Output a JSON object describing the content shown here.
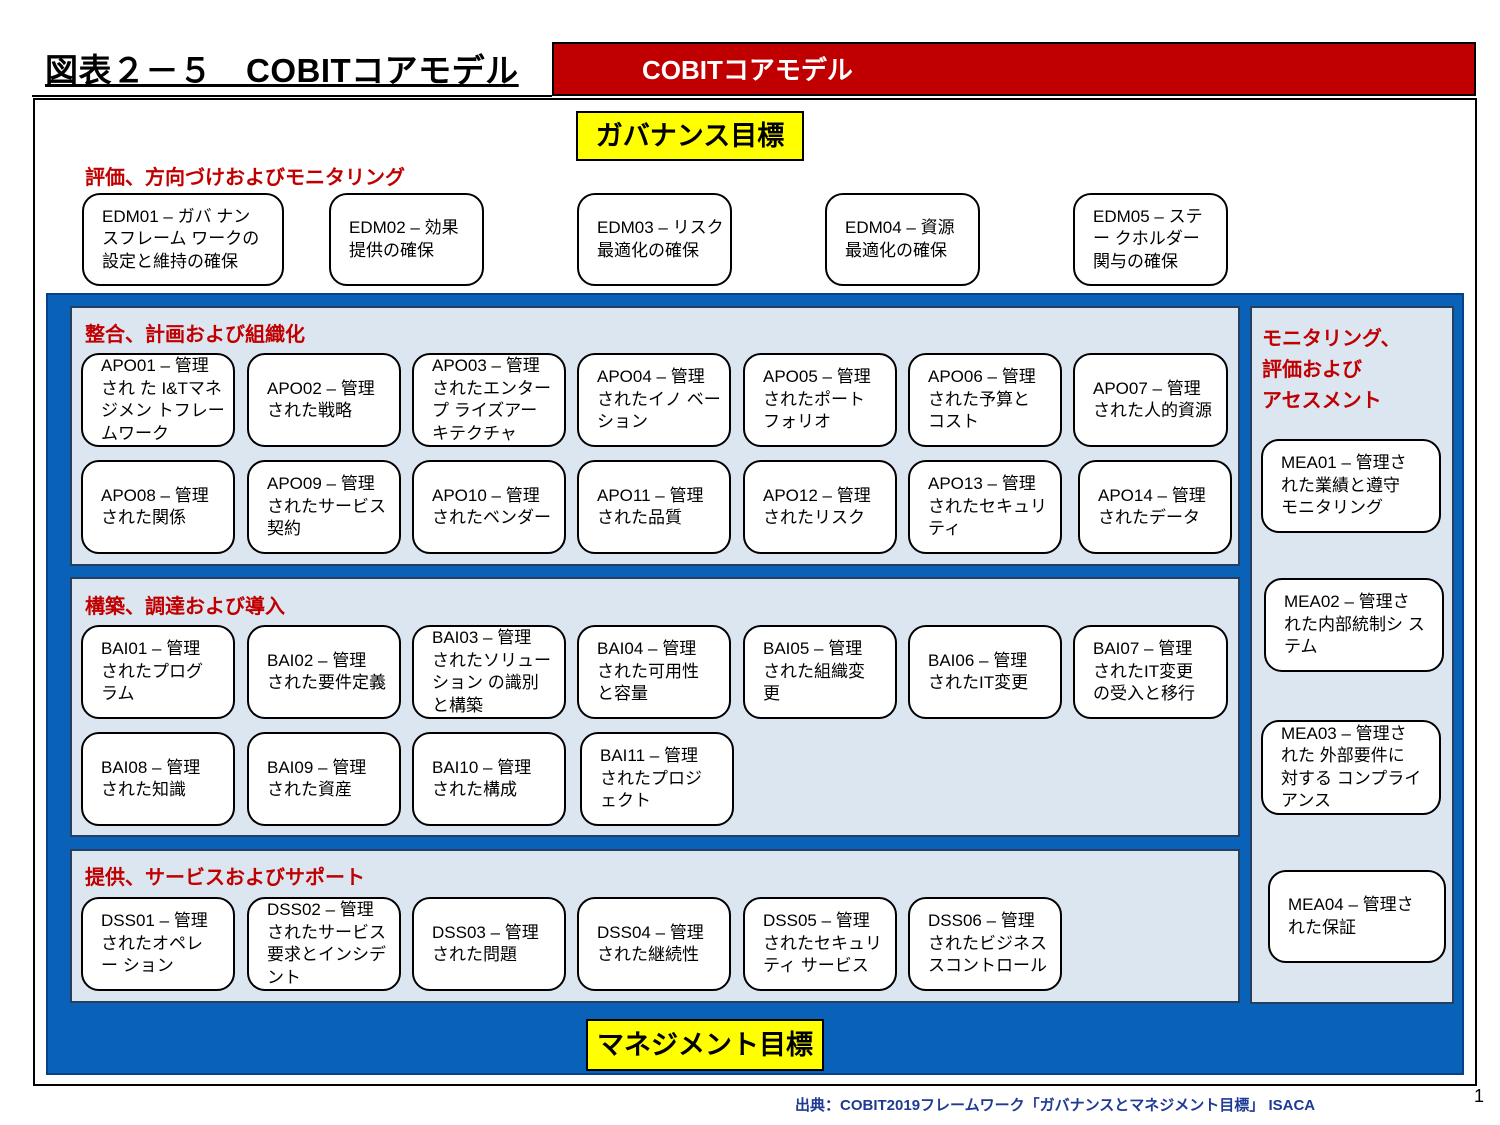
{
  "header": {
    "figure_title": "図表２－５　COBITコアモデル",
    "banner": "COBITコアモデル"
  },
  "governance_label": "ガバナンス目標",
  "management_label": "マネジメント目標",
  "edm": {
    "heading": "評価、方向づけおよびモニタリング",
    "items": [
      "EDM01 – ガバ ナン\nスフレーム ワークの\n設定と維持の確保",
      "EDM02 – 効果\n提供の確保",
      "EDM03 – リスク\n最適化の確保",
      "EDM04 – 資源\n最適化の確保",
      "EDM05 – ステ\nー クホルダー\n関与の確保"
    ]
  },
  "apo": {
    "heading": "整合、計画および組織化",
    "items": [
      "APO01 – 管理\nされ た I&Tマネ\nジメン トフレー\nムワーク",
      "APO02 – 管理\nされた戦略",
      "APO03 – 管理\nされたエンター\nプ ライズアー\nキテクチャ",
      "APO04 – 管理\n されたイノ ベー\nション",
      "APO05 – 管理\nされたポート\nフォリオ",
      "APO06 – 管理\nされた予算と\nコスト",
      "APO07 – 管理\nされた人的資源",
      "APO08 – 管理\nされた関係",
      "APO09 – 管理\nされたサービス\n契約",
      "APO10 – 管理\nされたベンダー",
      "APO11 – 管理\nされた品質",
      "APO12 – 管理\nされたリスク",
      "APO13 – 管理\nされたセキュリ\nティ",
      "APO14 – 管理\nされたデータ"
    ]
  },
  "bai": {
    "heading": "構築、調達および導入",
    "items": [
      "BAI01 – 管理\nされたプログ\nラム",
      "BAI02 – 管理\nされた要件定義",
      "BAI03 – 管理\nされたソリュー\nション の識別\nと構築",
      "BAI04 – 管理\n された可用性\nと容量",
      "BAI05 – 管理\n された組織変\n更",
      "BAI06 – 管理\nされたIT変更",
      "BAI07 – 管理\nされたIT変更\n の受入と移行",
      "BAI08 – 管理\nされた知識",
      "BAI09 – 管理\nされた資産",
      "BAI10 – 管理\nされた構成",
      "BAI11 – 管理\nされたプロジ\n ェクト"
    ]
  },
  "dss": {
    "heading": "提供、サービスおよびサポート",
    "items": [
      "DSS01 – 管理\nされたオペレ\nー ション",
      "DSS02 – 管理\nされたサービス\n要求とインシデ\nント",
      "DSS03 – 管理\nされた問題",
      "DSS04 – 管理\nされた継続性",
      "DSS05 – 管理\nされたセキュリ\nティ サービス",
      "DSS06 – 管理\nされたビジネス\nスコントロール"
    ]
  },
  "mea": {
    "heading": "モニタリング、\n評価および\nアセスメント",
    "items": [
      "MEA01 – 管理さ\nれた業績と遵守\n モニタリング",
      "MEA02 – 管理さ\nれた内部統制シ ス\nテム",
      "MEA03 – 管理さ\nれた 外部要件に\n対する コンプライ\nアンス",
      "MEA04 – 管理さ\n れた保証"
    ]
  },
  "source": "出典：COBIT2019フレームワーク「ガバナンスとマネジメント目標」 ISACA",
  "page_number": "1",
  "colors": {
    "banner_red": "#c00000",
    "heading_red": "#c00000",
    "blue_background": "#0a62b8",
    "panel_fill": "#dce6f1",
    "label_yellow": "#ffff00",
    "source_text": "#1f3a93"
  }
}
